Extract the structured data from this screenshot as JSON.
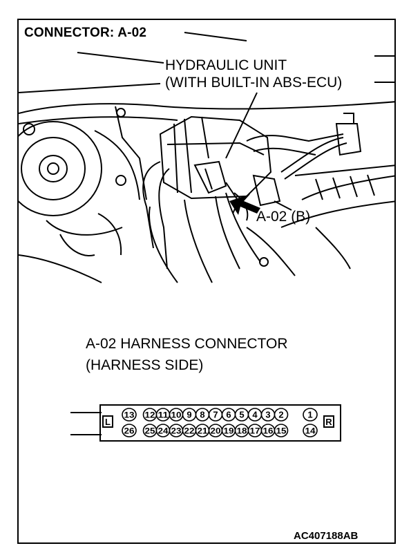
{
  "title": "CONNECTOR: A-02",
  "unit_label": {
    "line1": "HYDRAULIC UNIT",
    "line2": "(WITH BUILT-IN ABS-ECU)"
  },
  "callout": "A-02 (B)",
  "harness": {
    "line1": "A-02 HARNESS CONNECTOR",
    "line2": "(HARNESS SIDE)"
  },
  "connector": {
    "left_tab": "L",
    "right_tab": "R",
    "top_pins": [
      "13",
      "12",
      "11",
      "10",
      "9",
      "8",
      "7",
      "6",
      "5",
      "4",
      "3",
      "2",
      "1"
    ],
    "bottom_pins": [
      "26",
      "25",
      "24",
      "23",
      "22",
      "21",
      "20",
      "19",
      "18",
      "17",
      "16",
      "15",
      "14"
    ]
  },
  "figure_code": "AC407188AB"
}
